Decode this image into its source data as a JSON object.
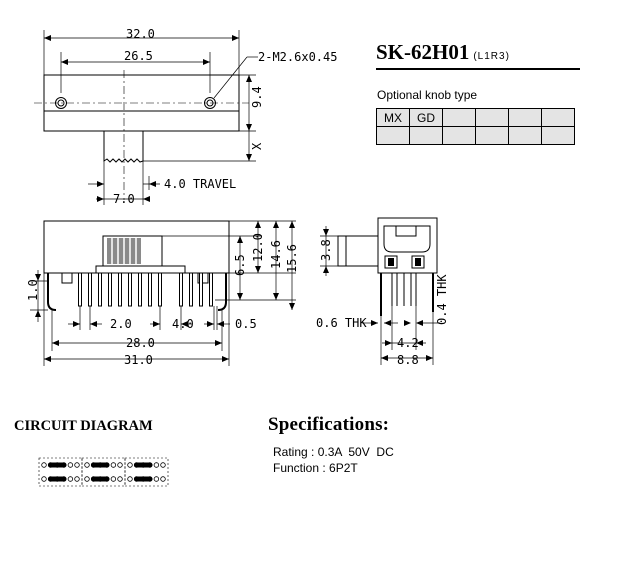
{
  "model": {
    "name": "SK-62H01",
    "variant": "(L1R3)"
  },
  "knob": {
    "label": "Optional knob type",
    "cells": [
      [
        "MX",
        "GD",
        "",
        "",
        "",
        ""
      ],
      [
        "",
        "",
        "",
        "",
        "",
        ""
      ]
    ]
  },
  "top_view": {
    "dims": {
      "overall_width": "32.0",
      "hole_pitch": "26.5",
      "holes": "2-M2.6x0.45",
      "body_height": "9.4",
      "knob_length": "X",
      "knob_width": "7.0",
      "travel": "4.0 TRAVEL"
    }
  },
  "front_view": {
    "dims": {
      "pcb_offset": "1.0",
      "pin_pitch": "2.0",
      "row_gap": "4.0",
      "pin_thk": "0.5",
      "pin_span": "28.0",
      "body_length": "31.0",
      "d_6_5": "6.5",
      "d_12_0": "12.0",
      "d_14_6": "14.6",
      "d_15_6": "15.6"
    }
  },
  "side_view": {
    "dims": {
      "knob_height": "3.8",
      "bracket_thk": "0.6 THK",
      "pin_thk": "0.4 THK",
      "pin_gap": "4.2",
      "body_width": "8.8"
    }
  },
  "circuit": {
    "title": "CIRCUIT DIAGRAM",
    "poles": 3
  },
  "specs": {
    "title": "Specifications:",
    "rating": "Rating : 0.3A  50V  DC",
    "function": "Function : 6P2T"
  },
  "colors": {
    "ink": "#000000",
    "knob_fill": "#e4e4e4",
    "shade": "#8a8a8a"
  }
}
